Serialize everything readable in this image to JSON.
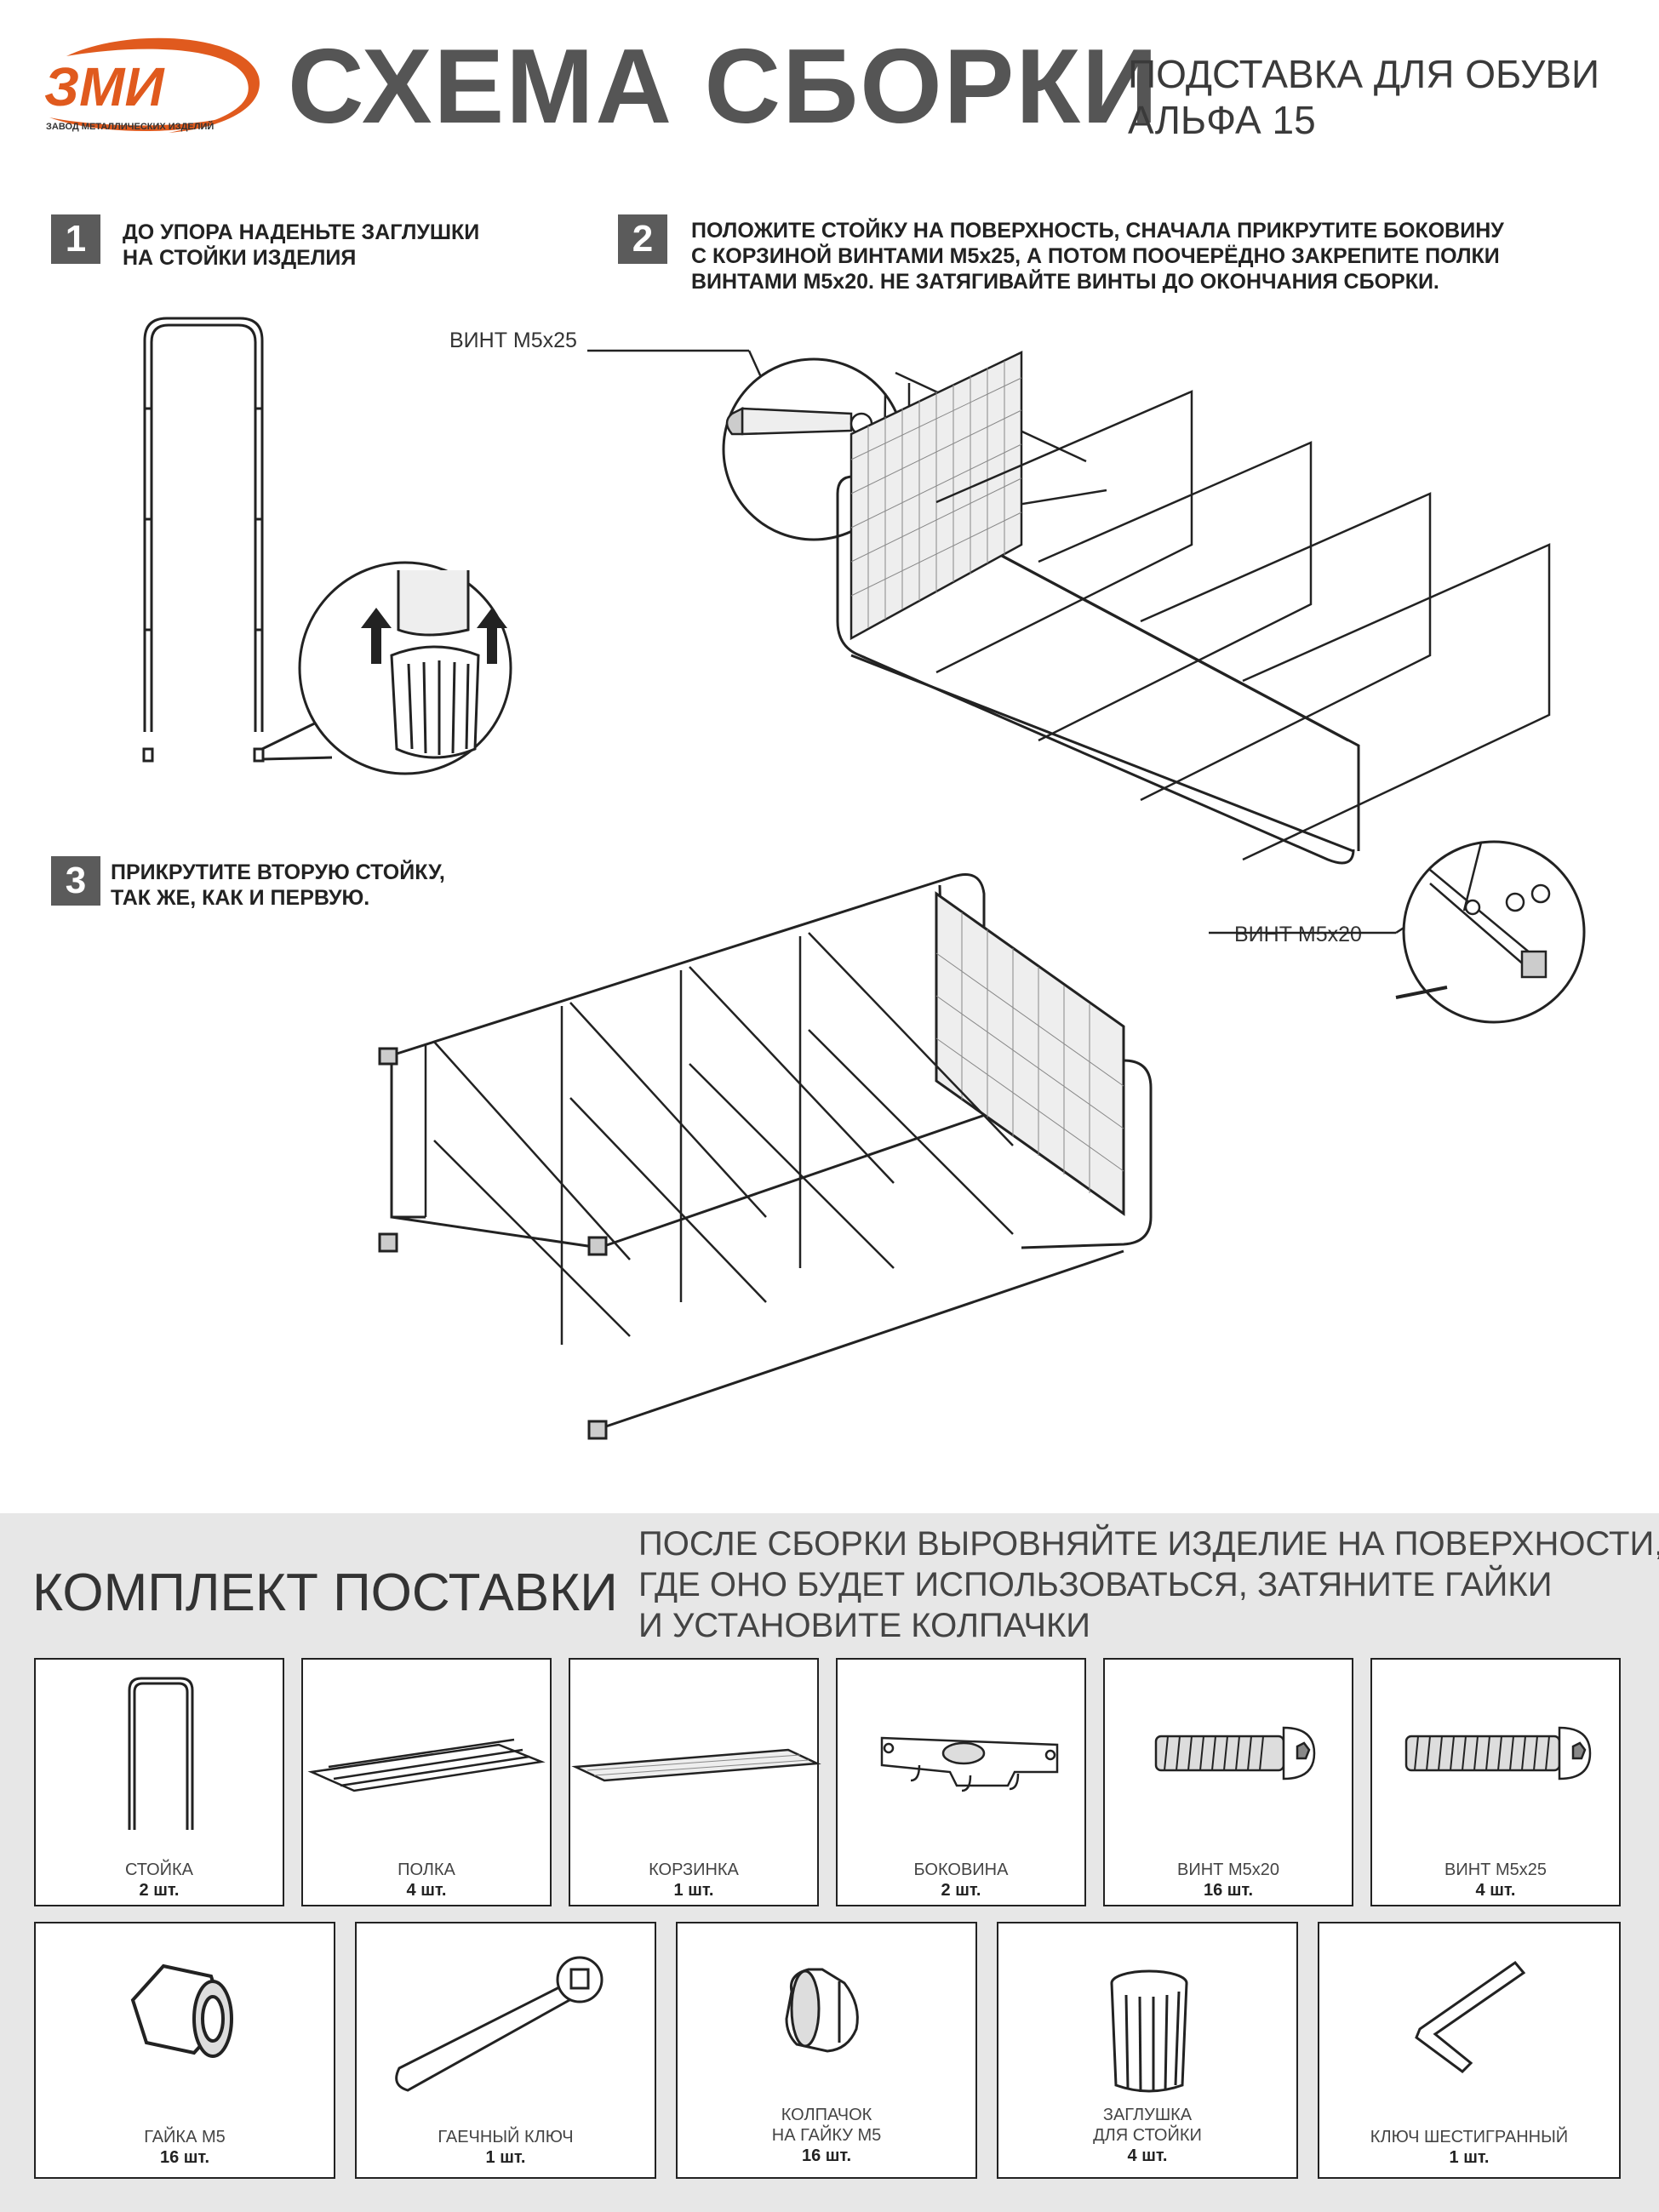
{
  "header": {
    "logo_text": "ЗМИ",
    "logo_subtext": "ЗАВОД МЕТАЛЛИЧЕСКИХ ИЗДЕЛИЙ",
    "title": "СХЕМА СБОРКИ",
    "product_line1": "ПОДСТАВКА ДЛЯ ОБУВИ",
    "product_line2": "АЛЬФА 15",
    "brand_color": "#e05a1e"
  },
  "steps": [
    {
      "number": "1",
      "line1": "ДО УПОРА НАДЕНЬТЕ ЗАГЛУШКИ",
      "line2": "НА СТОЙКИ ИЗДЕЛИЯ"
    },
    {
      "number": "2",
      "line1": "ПОЛОЖИТЕ СТОЙКУ НА ПОВЕРХНОСТЬ, СНАЧАЛА ПРИКРУТИТЕ БОКОВИНУ",
      "line2": "С КОРЗИНОЙ ВИНТАМИ М5х25, А ПОТОМ  ПООЧЕРЁДНО ЗАКРЕПИТЕ ПОЛКИ",
      "line3": "ВИНТАМИ М5х20. НЕ ЗАТЯГИВАЙТЕ ВИНТЫ ДО ОКОНЧАНИЯ СБОРКИ."
    },
    {
      "number": "3",
      "line1": "ПРИКРУТИТЕ ВТОРУЮ СТОЙКУ,",
      "line2": "ТАК ЖЕ, КАК И ПЕРВУЮ."
    }
  ],
  "callouts": {
    "screw_m5x25": "ВИНТ М5х25",
    "screw_m5x20": "ВИНТ М5х20"
  },
  "kit": {
    "title": "КОМПЛЕКТ ПОСТАВКИ",
    "after_line1": "ПОСЛЕ СБОРКИ ВЫРОВНЯЙТЕ ИЗДЕЛИЕ НА ПОВЕРХНОСТИ,",
    "after_line2": "ГДЕ ОНО БУДЕТ ИСПОЛЬЗОВАТЬСЯ, ЗАТЯНИТЕ ГАЙКИ",
    "after_line3": "И УСТАНОВИТЕ КОЛПАЧКИ",
    "items": [
      {
        "name": "СТОЙКА",
        "qty": "2 шт.",
        "icon": "upright-frame-icon"
      },
      {
        "name": "ПОЛКА",
        "qty": "4 шт.",
        "icon": "shelf-icon"
      },
      {
        "name": "КОРЗИНКА",
        "qty": "1 шт.",
        "icon": "basket-icon"
      },
      {
        "name": "БОКОВИНА",
        "qty": "2 шт.",
        "icon": "side-panel-icon"
      },
      {
        "name": "ВИНТ М5х20",
        "qty": "16 шт.",
        "icon": "screw-m5x20-icon"
      },
      {
        "name": "ВИНТ М5х25",
        "qty": "4 шт.",
        "icon": "screw-m5x25-icon"
      },
      {
        "name": "ГАЙКА М5",
        "qty": "16 шт.",
        "icon": "nut-icon"
      },
      {
        "name": "ГАЕЧНЫЙ КЛЮЧ",
        "qty": "1 шт.",
        "icon": "wrench-icon"
      },
      {
        "name": "КОЛПАЧОК",
        "name2": "НА ГАЙКУ М5",
        "qty": "16 шт.",
        "icon": "nut-cap-icon"
      },
      {
        "name": "ЗАГЛУШКА",
        "name2": "ДЛЯ СТОЙКИ",
        "qty": "4 шт.",
        "icon": "leg-plug-icon"
      },
      {
        "name": "КЛЮЧ ШЕСТИГРАННЫЙ",
        "qty": "1 шт.",
        "icon": "hex-key-icon"
      }
    ]
  }
}
